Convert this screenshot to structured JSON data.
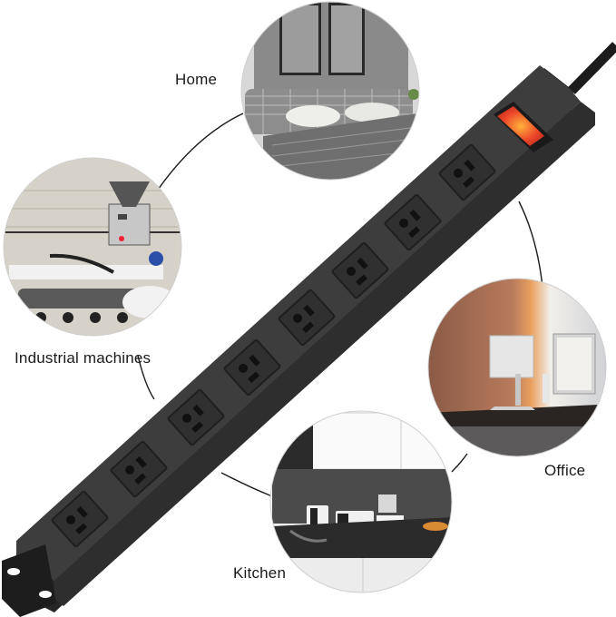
{
  "product": {
    "type": "mountable power strip",
    "outlet_count": 8,
    "body_color": "#3a3a3a",
    "switch_color": "#e8402a",
    "cord_color": "#1c1c1c"
  },
  "use_cases": [
    {
      "id": "home",
      "label": "Home",
      "scene": "bedroom with plaid bed and wall art"
    },
    {
      "id": "industrial",
      "label": "Industrial machines",
      "scene": "factory extrusion machinery"
    },
    {
      "id": "office",
      "label": "Office",
      "scene": "desks with computer monitors"
    },
    {
      "id": "kitchen",
      "label": "Kitchen",
      "scene": "countertop with coffee maker and toaster"
    }
  ],
  "icons": {
    "power_switch": "power-switch-icon",
    "outlet": "outlet-icon",
    "mounting_bracket": "mounting-bracket-icon"
  }
}
